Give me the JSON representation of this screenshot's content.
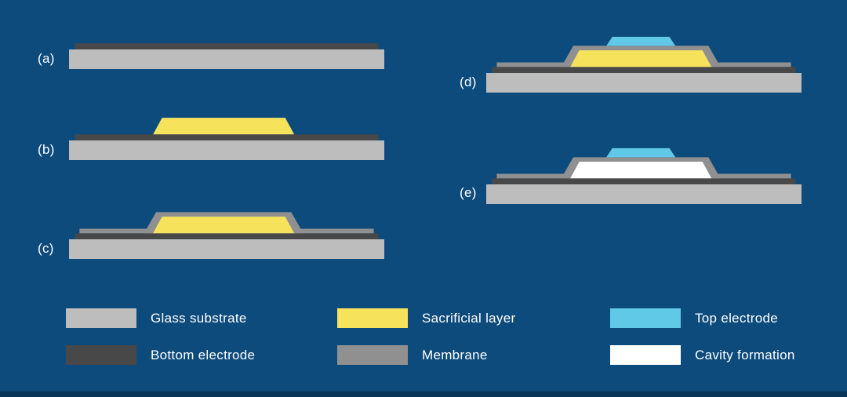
{
  "title": "Fabrication process steps diagram",
  "colors": {
    "background": "#0d4b7d",
    "footer_strip": "#093558",
    "text": "#ffffff",
    "glass_substrate": "#bdbdbd",
    "bottom_electrode": "#484848",
    "sacrificial_layer": "#f7e25c",
    "membrane": "#909090",
    "top_electrode": "#5fc9e7",
    "cavity_formation": "#ffffff"
  },
  "steps": [
    {
      "id": "a",
      "label": "(a)",
      "layers": [
        "glass_substrate",
        "bottom_electrode"
      ]
    },
    {
      "id": "b",
      "label": "(b)",
      "layers": [
        "glass_substrate",
        "bottom_electrode",
        "sacrificial_layer"
      ]
    },
    {
      "id": "c",
      "label": "(c)",
      "layers": [
        "glass_substrate",
        "bottom_electrode",
        "membrane",
        "sacrificial_layer"
      ]
    },
    {
      "id": "d",
      "label": "(d)",
      "layers": [
        "glass_substrate",
        "bottom_electrode",
        "membrane",
        "sacrificial_layer",
        "top_electrode"
      ]
    },
    {
      "id": "e",
      "label": "(e)",
      "layers": [
        "glass_substrate",
        "bottom_electrode",
        "membrane",
        "cavity_formation",
        "top_electrode"
      ]
    }
  ],
  "legend": [
    {
      "label": "Glass substrate",
      "color_key": "glass_substrate"
    },
    {
      "label": "Bottom electrode",
      "color_key": "bottom_electrode"
    },
    {
      "label": "Sacrificial layer",
      "color_key": "sacrificial_layer"
    },
    {
      "label": "Membrane",
      "color_key": "membrane"
    },
    {
      "label": "Top electrode",
      "color_key": "top_electrode"
    },
    {
      "label": "Cavity formation",
      "color_key": "cavity_formation"
    }
  ]
}
